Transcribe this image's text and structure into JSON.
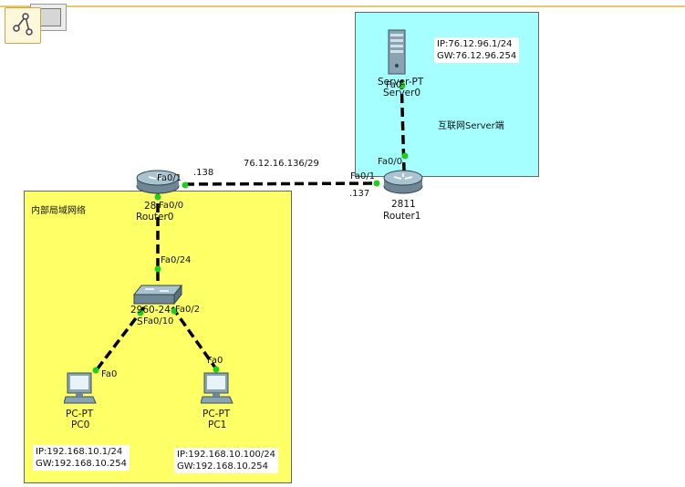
{
  "areas": {
    "lan_label": "内部局域网络",
    "internet_label": "互联网Server端"
  },
  "devices": {
    "router0": {
      "model": "28",
      "name": "Router0"
    },
    "router1": {
      "model": "2811",
      "name": "Router1"
    },
    "switch": {
      "model": "2960-24",
      "name": "S"
    },
    "server": {
      "model": "Server-PT",
      "name": "Server0"
    },
    "pc0": {
      "model": "PC-PT",
      "name": "PC0"
    },
    "pc1": {
      "model": "PC-PT",
      "name": "PC1"
    }
  },
  "ports": {
    "r0_fa01": "Fa0/1",
    "r0_fa00": "Fa0/0",
    "r1_fa01": "Fa0/1",
    "r1_fa00": "Fa0/0",
    "sw_fa024": "Fa0/24",
    "sw_fa02": "Fa0/2",
    "sw_fa010": "Fa0/10",
    "pc0_fa0": "Fa0",
    "pc1_fa0": "Fa0",
    "srv_fa0": "Fa0"
  },
  "link_labels": {
    "wan_subnet": "76.12.16.136/29",
    "r0_ip": ".138",
    "r1_ip": ".137"
  },
  "notes": {
    "server_ip": "IP:76.12.96.1/24",
    "server_gw": "GW:76.12.96.254",
    "pc0_ip": "IP:192.168.10.1/24",
    "pc0_gw": "GW:192.168.10.254",
    "pc1_ip": "IP:192.168.10.100/24",
    "pc1_gw": "GW:192.168.10.254"
  },
  "colors": {
    "lan_area": "#ffff66",
    "internet_area": "#a6ffff",
    "link_up": "#22cc22",
    "cable": "#000000"
  }
}
